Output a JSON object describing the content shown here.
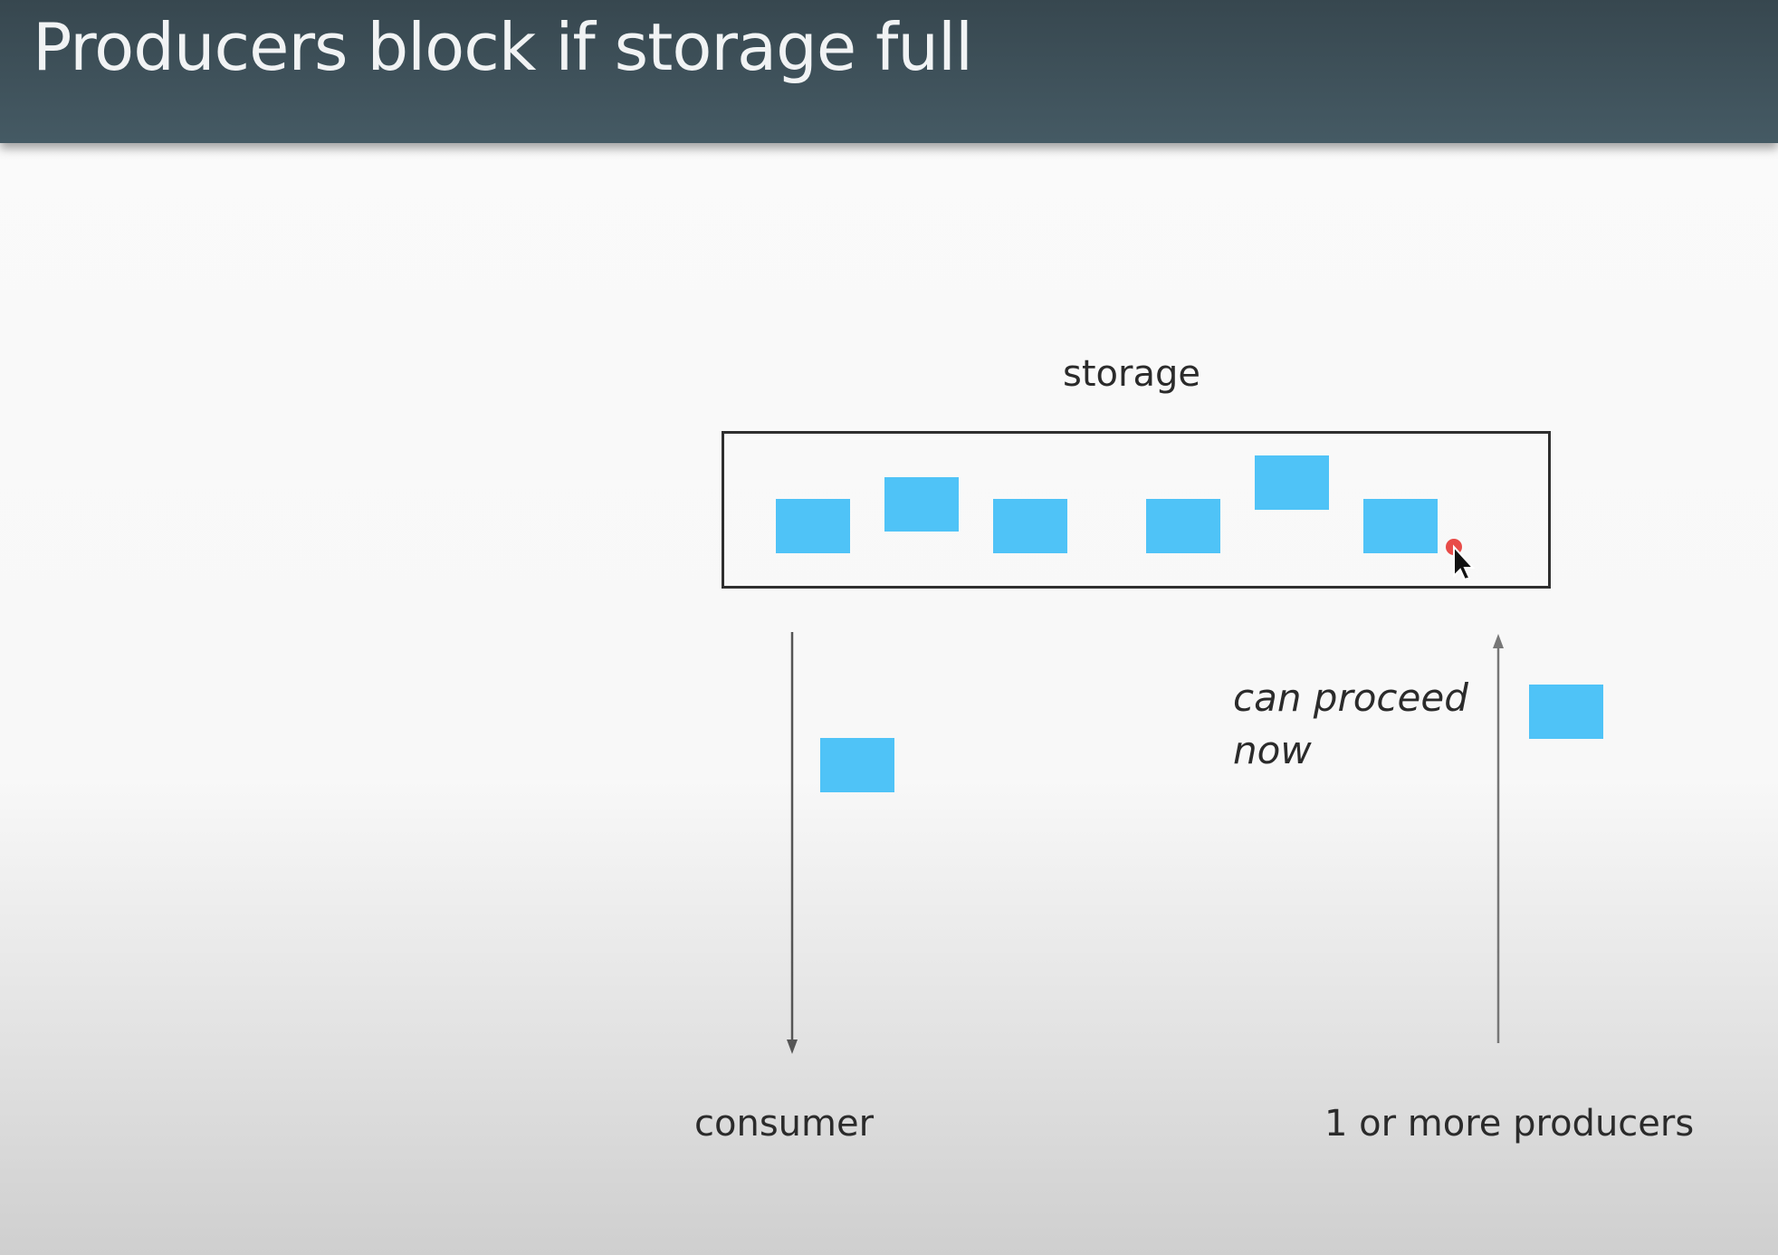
{
  "slide": {
    "title": "Producers block if storage full"
  },
  "diagram": {
    "storage_label": "storage",
    "consumer_label": "consumer",
    "producers_label": "1 or more producers",
    "note_line1": "can proceed",
    "note_line2": "now",
    "item_color": "#4fc3f7",
    "items_in_storage": 6,
    "items_in_transit": 2
  },
  "cursor": {
    "highlight_color": "#e53935"
  }
}
